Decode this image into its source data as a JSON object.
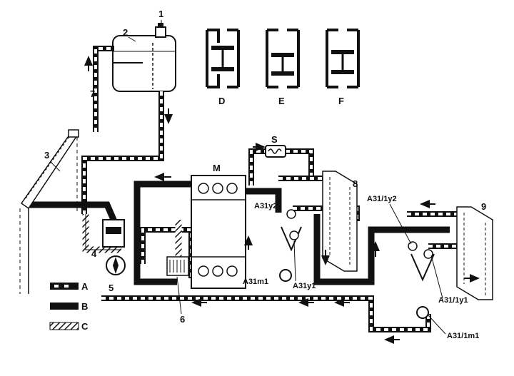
{
  "diagram": {
    "component_labels": {
      "cap": "1",
      "tank": "2",
      "radiator": "3",
      "pump": "4",
      "thermostat": "5",
      "heater_core": "6",
      "hose_up": "7",
      "rad_left": "8",
      "rad_right": "9",
      "motor": "M",
      "exchanger": "S"
    },
    "valve_states": {
      "d": "D",
      "e": "E",
      "f": "F"
    },
    "valve_labels": {
      "a31y2": "A31y2",
      "a31m1": "A31m1",
      "a31y1": "A31y1",
      "a31_1y2": "A31/1y2",
      "a31_1y1": "A31/1y1",
      "a31_1m1": "A31/1m1"
    },
    "legend": [
      {
        "key": "A",
        "style": "dashed"
      },
      {
        "key": "B",
        "style": "solid"
      },
      {
        "key": "C",
        "style": "hatched"
      }
    ],
    "colors": {
      "ink": "#111111",
      "paper": "#ffffff"
    }
  }
}
